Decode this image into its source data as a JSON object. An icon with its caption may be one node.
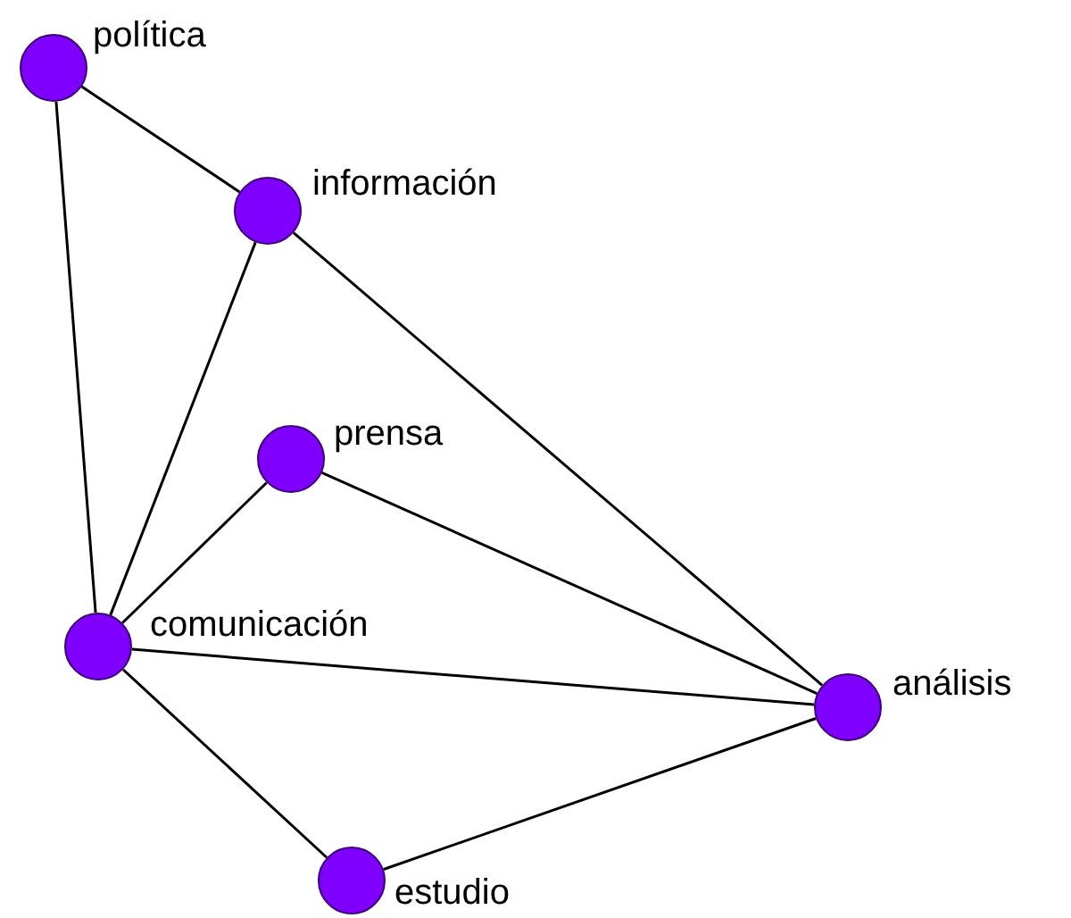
{
  "diagram": {
    "nodes": [
      {
        "text": [
          "política"
        ]
      },
      {
        "text": [
          "información"
        ]
      },
      {
        "text": [
          "prensa"
        ]
      },
      {
        "text": [
          "comunicación"
        ]
      },
      {
        "text": [
          "análisis"
        ]
      },
      {
        "text": [
          "estudio"
        ]
      }
    ],
    "edges": [
      {
        "from": 0,
        "to": 1,
        "arrow": "none"
      },
      {
        "from": 0,
        "to": 3,
        "arrow": "none"
      },
      {
        "from": 1,
        "to": 3,
        "arrow": "none"
      },
      {
        "from": 1,
        "to": 4,
        "arrow": "none"
      },
      {
        "from": 2,
        "to": 3,
        "arrow": "none"
      },
      {
        "from": 2,
        "to": 4,
        "arrow": "none"
      },
      {
        "from": 3,
        "to": 4,
        "arrow": "none"
      },
      {
        "from": 3,
        "to": 5,
        "arrow": "none"
      },
      {
        "from": 5,
        "to": 4,
        "arrow": "none"
      }
    ]
  }
}
